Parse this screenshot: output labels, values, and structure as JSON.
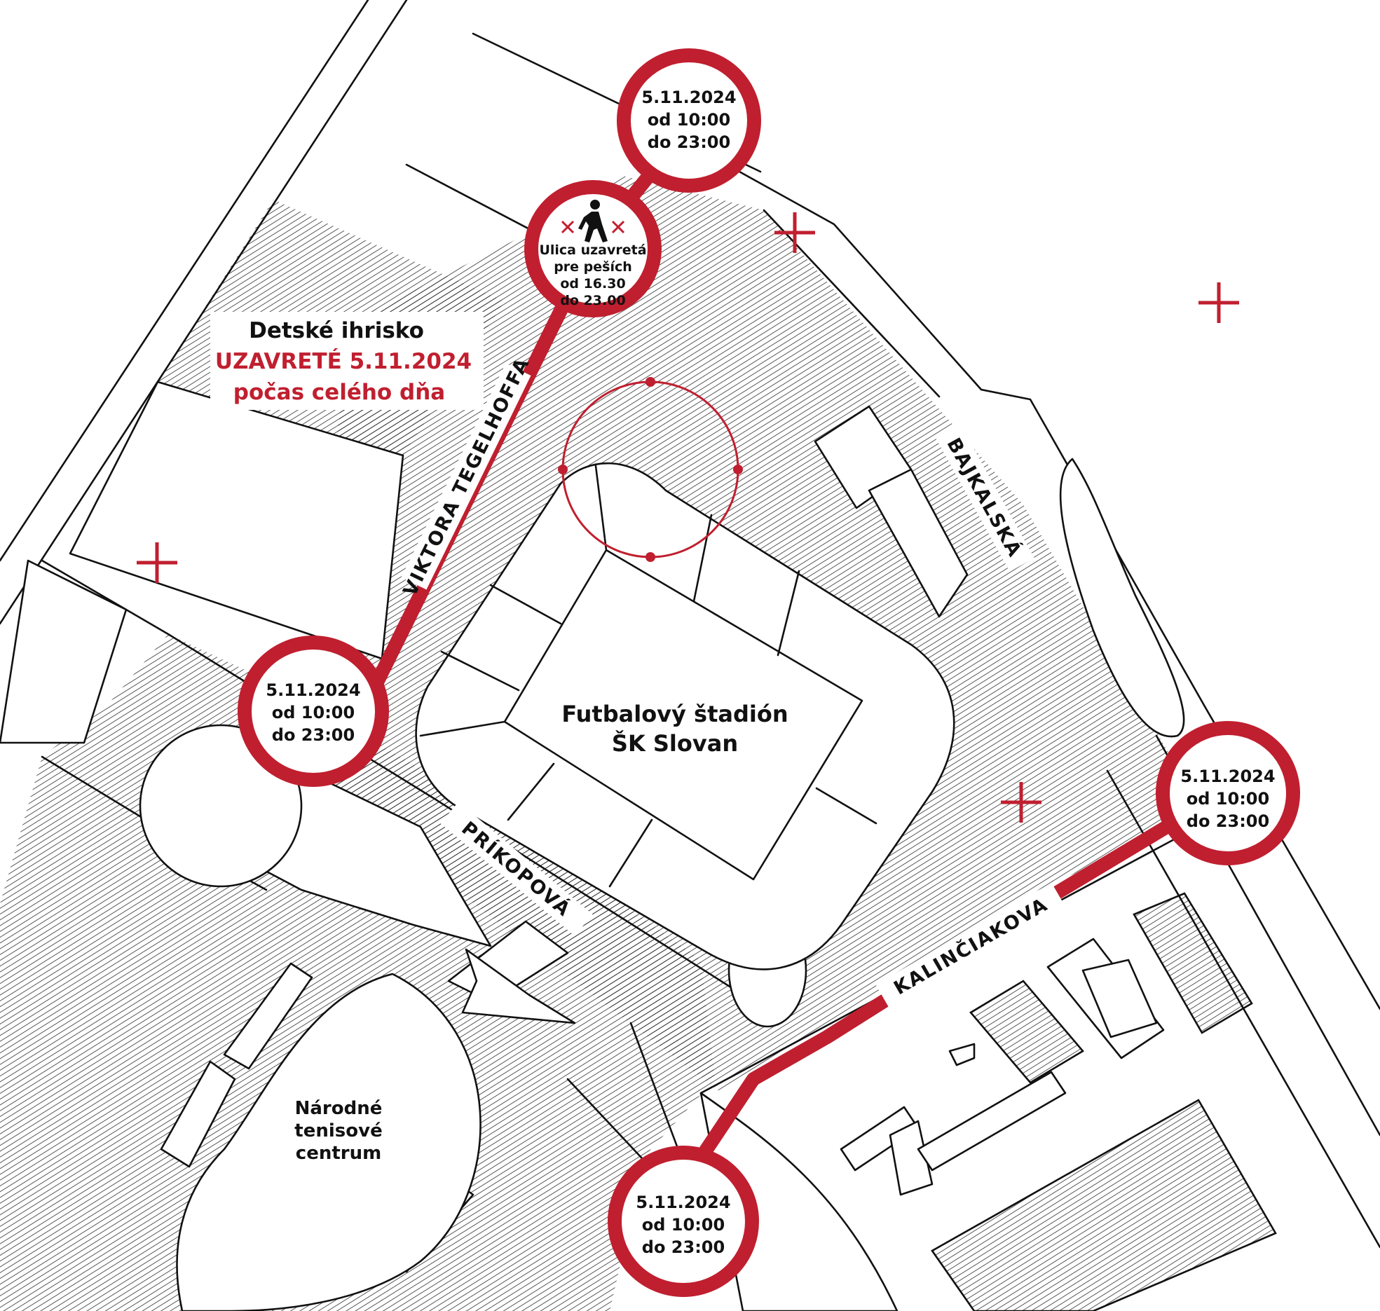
{
  "map": {
    "accent_color": "#c01f2f",
    "line_color": "#111111",
    "closures": [
      {
        "id": "north",
        "date": "5.11.2024",
        "from": "od 10:00",
        "to": "do 23:00"
      },
      {
        "id": "west",
        "date": "5.11.2024",
        "from": "od 10:00",
        "to": "do 23:00"
      },
      {
        "id": "east",
        "date": "5.11.2024",
        "from": "od 10:00",
        "to": "do 23:00"
      },
      {
        "id": "south",
        "date": "5.11.2024",
        "from": "od 10:00",
        "to": "do 23:00"
      }
    ],
    "pedestrian_closure": {
      "icon": "pedestrian-icon",
      "line1": "Ulica uzavretá",
      "line2": "pre peších",
      "line3": "od 16.30",
      "line4": "do 23.00"
    },
    "streets": {
      "viktora_tegelhoffa": "VIKTORA TEGELHOFFA",
      "bajkalska": "BAJKALSKÁ",
      "prikopova": "PRÍKOPOVÁ",
      "kalinciakova": "KALINČIAKOVA"
    },
    "playground": {
      "title": "Detské ihrisko",
      "status": "UZAVRETÉ 5.11.2024",
      "duration": "počas celého dňa"
    },
    "stadium": {
      "line1": "Futbalový štadión",
      "line2": "ŠK Slovan"
    },
    "tennis": {
      "line1": "Národné",
      "line2": "tenisové",
      "line3": "centrum"
    },
    "markers": [
      "cross-icon",
      "cross-icon",
      "cross-icon",
      "cross-icon"
    ]
  }
}
